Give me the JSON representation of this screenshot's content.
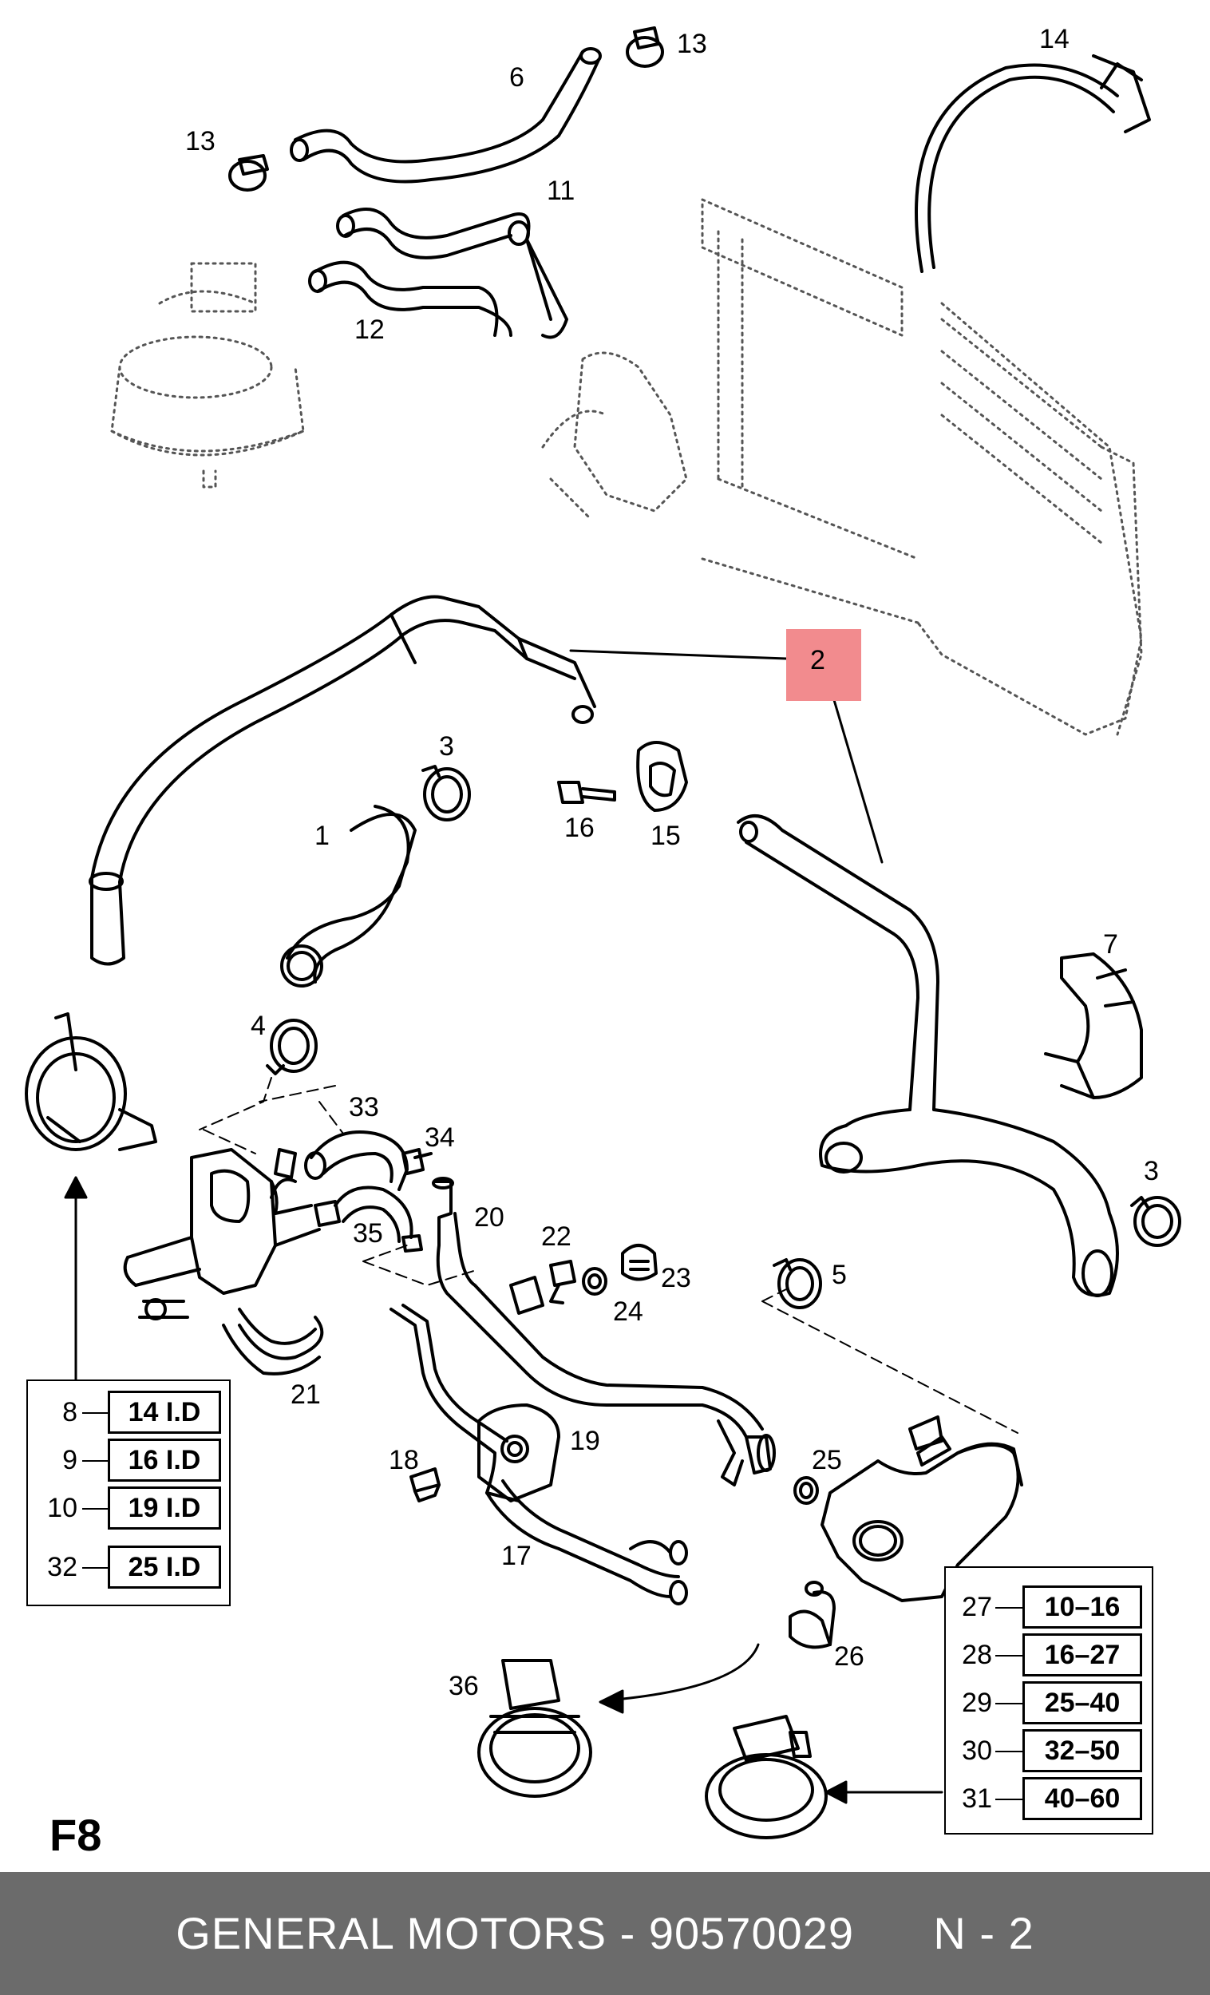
{
  "callouts": {
    "c1": "1",
    "c2": "2",
    "c3a": "3",
    "c3b": "3",
    "c4": "4",
    "c5": "5",
    "c6": "6",
    "c7": "7",
    "c11": "11",
    "c12": "12",
    "c13a": "13",
    "c13b": "13",
    "c14": "14",
    "c15": "15",
    "c16": "16",
    "c17": "17",
    "c18": "18",
    "c19": "19",
    "c20": "20",
    "c21": "21",
    "c22": "22",
    "c23": "23",
    "c24": "24",
    "c25": "25",
    "c26": "26",
    "c33": "33",
    "c34": "34",
    "c35": "35",
    "c36": "36"
  },
  "table_left": {
    "rows": [
      {
        "num": "8",
        "size": "14 I.D"
      },
      {
        "num": "9",
        "size": "16 I.D"
      },
      {
        "num": "10",
        "size": "19 I.D"
      },
      {
        "num": "32",
        "size": "25 I.D"
      }
    ]
  },
  "table_right": {
    "rows": [
      {
        "num": "27",
        "size": "10–16"
      },
      {
        "num": "28",
        "size": "16–27"
      },
      {
        "num": "29",
        "size": "25–40"
      },
      {
        "num": "30",
        "size": "32–50"
      },
      {
        "num": "31",
        "size": "40–60"
      }
    ]
  },
  "figure_label": "F8",
  "footer": {
    "brand": "GENERAL MOTORS",
    "separator": " - ",
    "part_number": "90570029",
    "page": "N - 2"
  },
  "colors": {
    "highlight": "#f28b8e",
    "footer_bg": "#6b6b6b",
    "footer_text": "#ffffff"
  }
}
